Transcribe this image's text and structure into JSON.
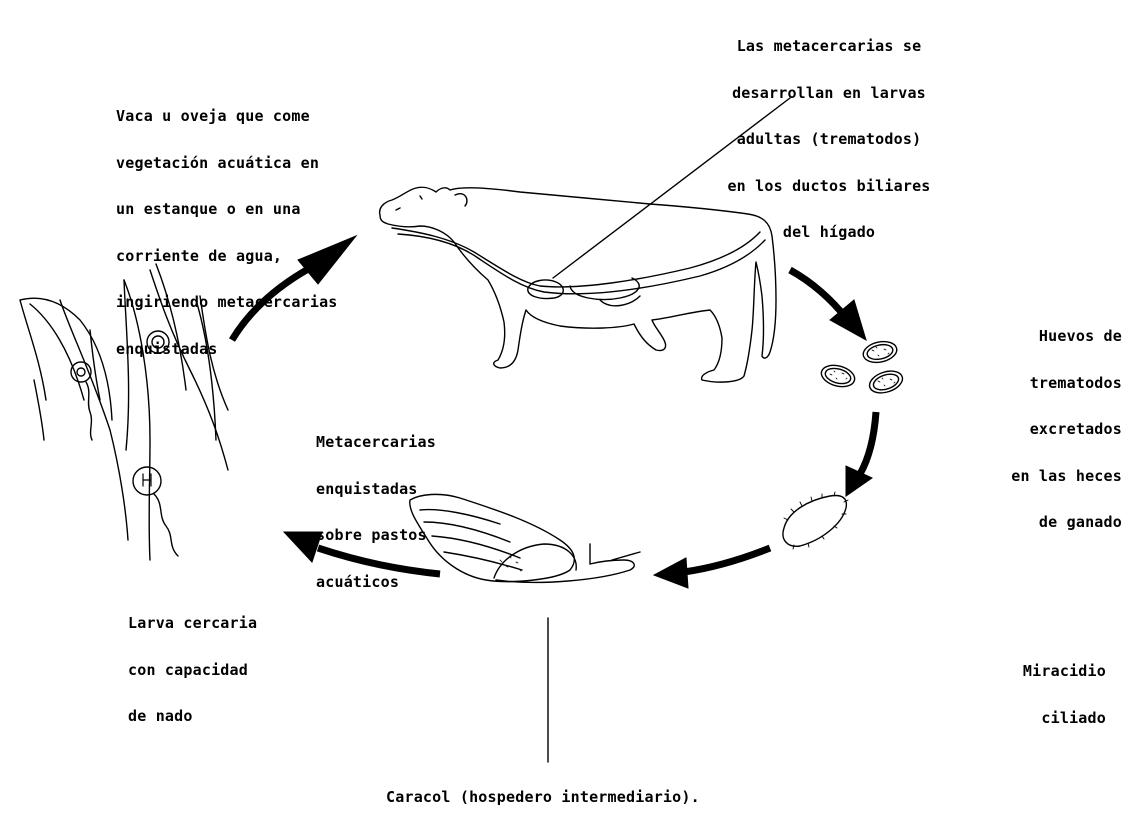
{
  "labels": {
    "cow_eating": [
      "Vaca u oveja que come",
      "vegetación acuática en",
      "un estanque o en una",
      "corriente de agua,",
      "ingiriendo metacercarias",
      "enquistadas"
    ],
    "liver_flukes": [
      "Las metacercarias se",
      "desarrollan en larvas",
      "adultas (trematodos)",
      "en los ductos biliares",
      "del hígado"
    ],
    "eggs": [
      "Huevos de",
      "trematodos",
      "excretados",
      "en las heces",
      "de ganado"
    ],
    "metacercariae": [
      "Metacercarias",
      "enquistadas",
      "sobre pastos",
      "acuáticos"
    ],
    "cercaria": [
      "Larva cercaria",
      "con capacidad",
      "de nado"
    ],
    "miracidium": [
      "Miracidio",
      "ciliado"
    ],
    "snail": "Caracol (hospedero intermediario)."
  },
  "colors": {
    "ink": "#000000",
    "background": "#ffffff"
  }
}
